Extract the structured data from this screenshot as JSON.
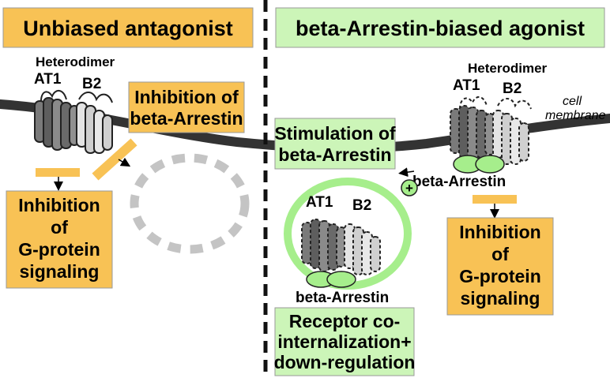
{
  "colors": {
    "orange": "#f8c255",
    "green": "#ccf5b8",
    "bright_green": "#a6ee8c",
    "membrane": "#333333",
    "dark_gray": "#7a7a7a",
    "light_gray": "#d8d8d8"
  },
  "left_panel": {
    "title": "Unbiased antagonist",
    "heterodimer_label": "Heterodimer",
    "at1_label": "AT1",
    "b2_label": "B2",
    "inhibition_arrestin": [
      "Inhibition of",
      "beta-Arrestin"
    ],
    "inhibition_gprotein": [
      "Inhibition",
      "of",
      "G-protein",
      "signaling"
    ]
  },
  "right_panel": {
    "title": "beta-Arrestin-biased agonist",
    "heterodimer_label": "Heterodimer",
    "at1_label": "AT1",
    "b2_label": "B2",
    "cell_membrane": [
      "cell",
      "membrane"
    ],
    "stimulation_arrestin": [
      "Stimulation of",
      "beta-Arrestin"
    ],
    "arrestin_label": "beta-Arrestin",
    "plus_symbol": "+",
    "inhibition_gprotein": [
      "Inhibition",
      "of",
      "G-protein",
      "signaling"
    ],
    "vesicle_at1": "AT1",
    "vesicle_b2": "B2",
    "vesicle_arrestin": "beta-Arrestin",
    "internalization": [
      "Receptor co-",
      "internalization+",
      "down-regulation"
    ]
  }
}
